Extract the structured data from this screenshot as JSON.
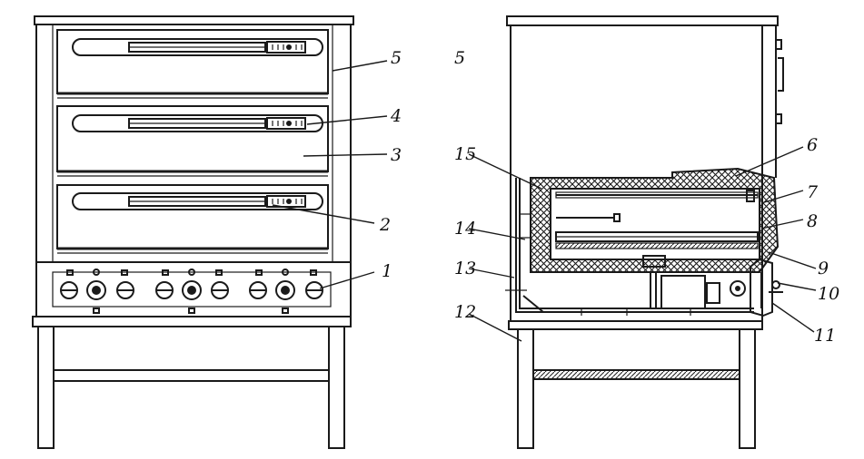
{
  "callouts": [
    {
      "id": "1",
      "text": "1"
    },
    {
      "id": "2",
      "text": "2"
    },
    {
      "id": "3",
      "text": "3"
    },
    {
      "id": "4",
      "text": "4"
    },
    {
      "id": "5a",
      "text": "5"
    },
    {
      "id": "5b",
      "text": "5"
    },
    {
      "id": "6",
      "text": "6"
    },
    {
      "id": "7",
      "text": "7"
    },
    {
      "id": "8",
      "text": "8"
    },
    {
      "id": "9",
      "text": "9"
    },
    {
      "id": "10",
      "text": "10"
    },
    {
      "id": "11",
      "text": "11"
    },
    {
      "id": "12",
      "text": "12"
    },
    {
      "id": "13",
      "text": "13"
    },
    {
      "id": "14",
      "text": "14"
    },
    {
      "id": "15",
      "text": "15"
    }
  ],
  "colors": {
    "ink": "#1a1a1a",
    "paper": "#ffffff"
  }
}
